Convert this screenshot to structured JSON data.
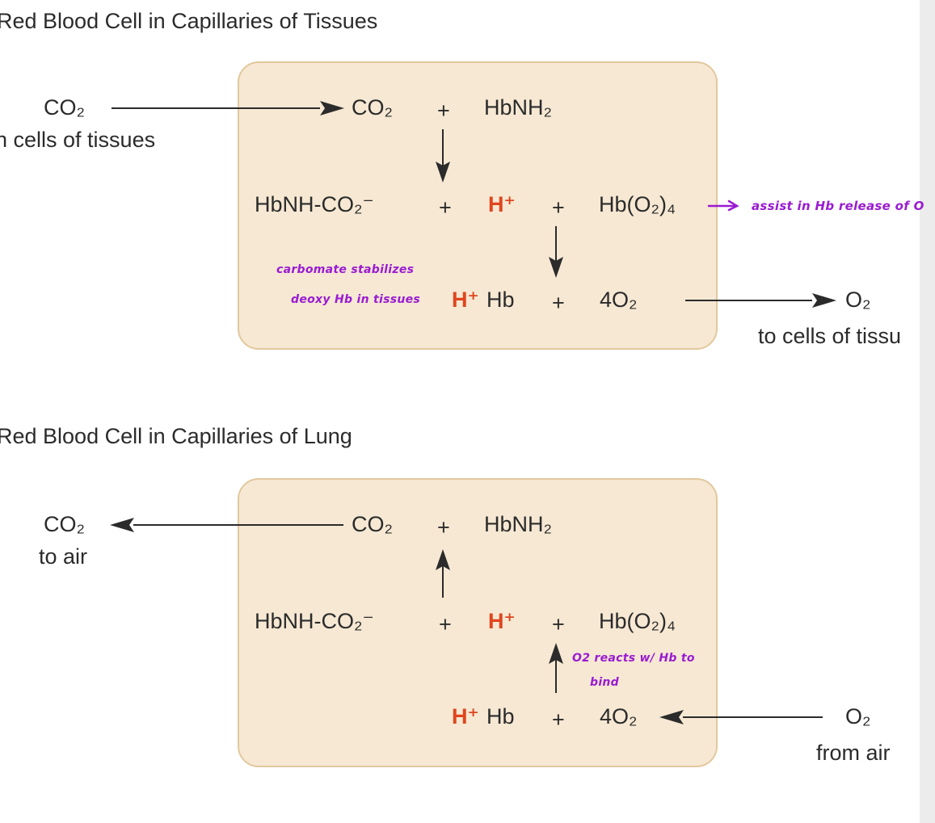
{
  "tissues": {
    "title": "Red Blood Cell in Capillaries of Tissues",
    "co2_in_label": "CO₂",
    "co2_in_source": "n cells of tissues",
    "row1": {
      "a": "CO₂",
      "plus": "+",
      "b": "HbNH₂"
    },
    "row2": {
      "a": "HbNH-CO₂⁻",
      "plus1": "+",
      "h": "H⁺",
      "plus2": "+",
      "b": "Hb(O₂)₄"
    },
    "row3": {
      "h": "H⁺",
      "hb": "Hb",
      "plus": "+",
      "o2": "4O₂"
    },
    "o2_out_label": "O₂",
    "o2_out_dest": "to cells of tissu",
    "note_right": "assist in Hb release of O",
    "note_left_1": "carbomate stabilizes",
    "note_left_2": "deoxy Hb in tissues"
  },
  "lung": {
    "title": "Red Blood Cell in Capillaries of Lung",
    "co2_out_label": "CO₂",
    "co2_out_dest": "to air",
    "row1": {
      "a": "CO₂",
      "plus": "+",
      "b": "HbNH₂"
    },
    "row2": {
      "a": "HbNH-CO₂⁻",
      "plus1": "+",
      "h": "H⁺",
      "plus2": "+",
      "b": "Hb(O₂)₄"
    },
    "row3": {
      "h": "H⁺",
      "hb": "Hb",
      "plus": "+",
      "o2": "4O₂"
    },
    "o2_in_label": "O₂",
    "o2_in_source": "from air",
    "note_1": "O2 reacts w/ Hb to",
    "note_2": "bind"
  }
}
